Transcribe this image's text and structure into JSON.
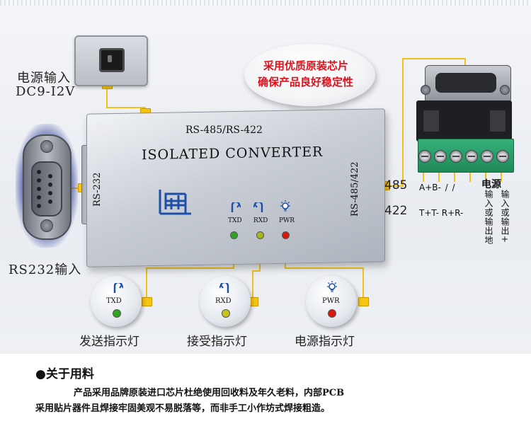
{
  "callout": {
    "line1": "采用优质原装芯片",
    "line2": "确保产品良好稳定性"
  },
  "power_input": {
    "label_line1": "电源输入",
    "label_line2": "DC9-I2V"
  },
  "rs232_input_label": "RS232输入",
  "device": {
    "top_label": "RS-485/RS-422",
    "name": "ISOLATED CONVERTER",
    "left_port_label": "RS-232",
    "right_port_label": "RS-485/422",
    "indicators": [
      {
        "label": "TXD",
        "icon": "send-arrow-icon",
        "led_color": "#2fa31f"
      },
      {
        "label": "RXD",
        "icon": "receive-arrow-icon",
        "led_color": "#a8b81c"
      },
      {
        "label": "PWR",
        "icon": "light-bulb-icon",
        "led_color": "#d8180c"
      }
    ]
  },
  "terminal": {
    "mode_485": "485",
    "mode_422": "422",
    "row_485": "A+B- / /",
    "row_422": "T+T- R+R-",
    "power_label": "电源",
    "col_ground": "输入或输出地",
    "col_plus": "输入或输出+"
  },
  "legend": [
    {
      "label": "发送指示灯",
      "badge": "TXD",
      "icon": "send-arrow-icon",
      "led_color": "#2fa31f"
    },
    {
      "label": "接受指示灯",
      "badge": "RXD",
      "icon": "receive-arrow-icon",
      "led_color": "#c9c21a"
    },
    {
      "label": "电源指示灯",
      "badge": "PWR",
      "icon": "light-bulb-icon",
      "led_color": "#d8180c"
    }
  ],
  "materials": {
    "heading": "●关于用料",
    "line1": "产品采用品牌原装进口芯片杜绝使用回收料及年久老料，内部PCB",
    "line2": "采用贴片器件且焊接牢固美观不易脱落等，而非手工小作坊式焊接粗造。"
  },
  "colors": {
    "wire": "#f0c21a",
    "callout_text": "#e0101a",
    "terminal_green": "#2a9e69"
  }
}
